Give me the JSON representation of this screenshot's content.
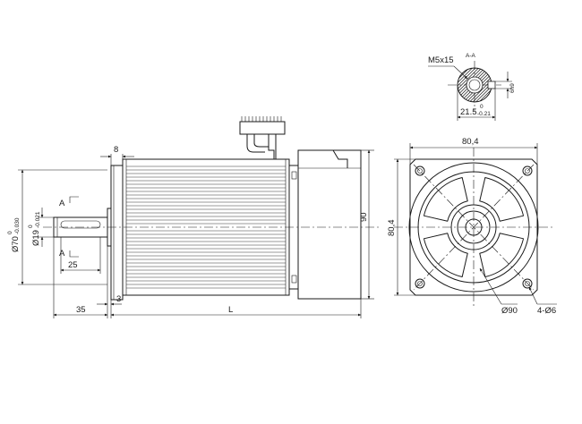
{
  "dimensions": {
    "d70": "Ø70",
    "d70_tol_upper": "0",
    "d70_tol_lower": "-0.030",
    "d19": "Ø19",
    "d19_tol_upper": "0",
    "d19_tol_lower": "-0.021",
    "flange_width": "8",
    "key_length": "25",
    "shaft_length": "35",
    "flange_offset": "3",
    "body_length": "L",
    "height": "90",
    "square_width": "80,4",
    "square_height": "80,4",
    "bolt_circle": "Ø90",
    "holes": "4-Ø6",
    "thread": "M5x15",
    "key_depth": "21.5",
    "key_depth_tol_upper": "0",
    "key_depth_tol_lower": "-0.21",
    "key_width": "6h9"
  },
  "labels": {
    "section": "A-A",
    "section_mark_top": "A",
    "section_mark_bottom": "A"
  }
}
